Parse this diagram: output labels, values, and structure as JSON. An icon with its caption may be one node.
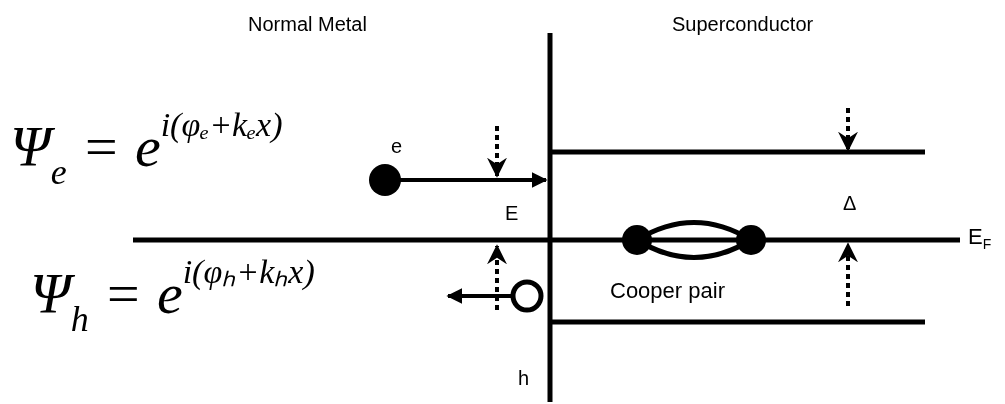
{
  "diagram": {
    "labels": [
      "Normal Metal",
      "Superconductor",
      "Ψ$_{e}$ = e$^{i(φₑ+kₑx)}$",
      "e",
      "E",
      "Δ",
      "E$_{F}$",
      "Cooper pair",
      "Ψ$_{h}$ = e$^{i(φₕ+kₕx)}$",
      "h"
    ]
  }
}
